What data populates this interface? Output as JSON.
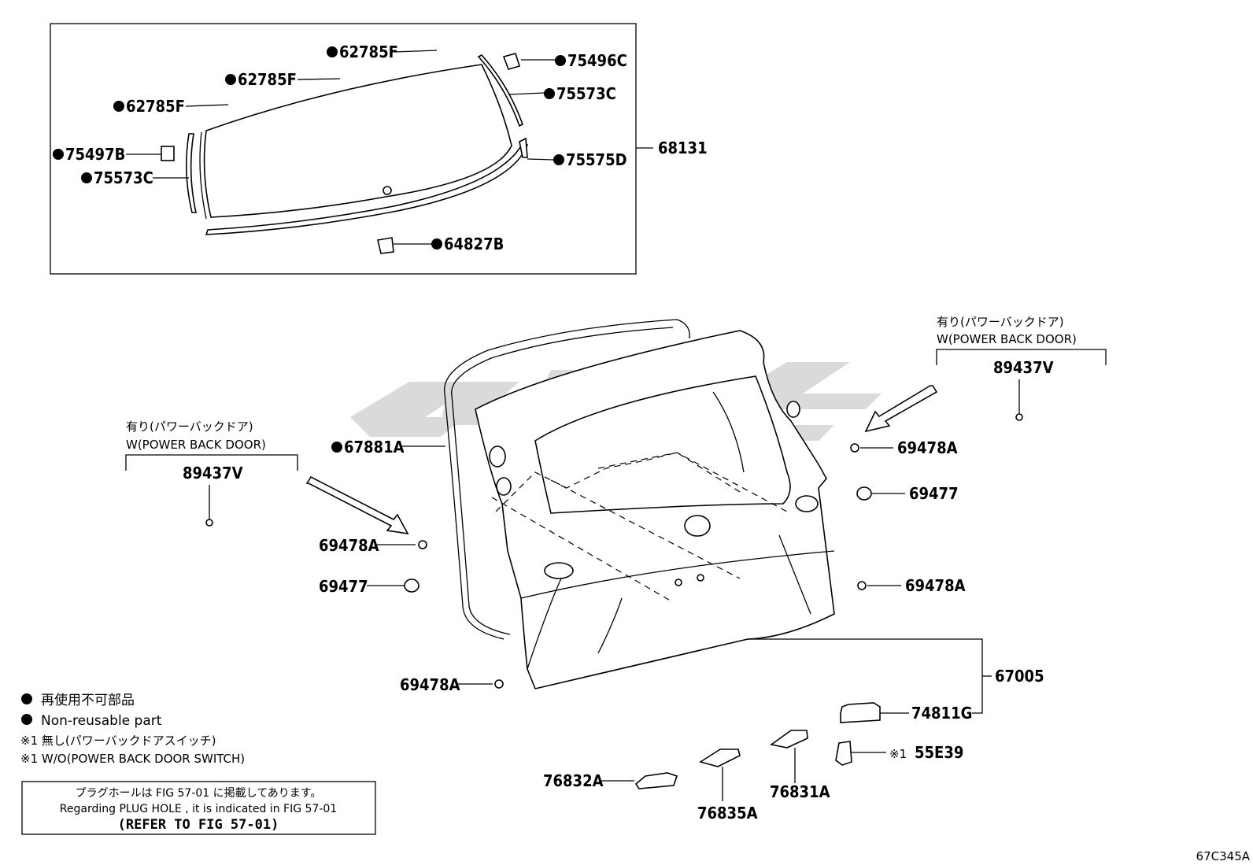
{
  "diagram_code": "67C345A",
  "glass_assembly": {
    "part_no": "68131",
    "items": [
      {
        "no": "62785F",
        "non_reusable": true
      },
      {
        "no": "62785F",
        "non_reusable": true
      },
      {
        "no": "62785F",
        "non_reusable": true
      },
      {
        "no": "75496C",
        "non_reusable": true
      },
      {
        "no": "75573C",
        "non_reusable": true
      },
      {
        "no": "75497B",
        "non_reusable": true
      },
      {
        "no": "75573C",
        "non_reusable": true
      },
      {
        "no": "75575D",
        "non_reusable": true
      },
      {
        "no": "64827B",
        "non_reusable": true
      }
    ]
  },
  "power_door_note": {
    "jp": "有り(パワーバックドア)",
    "en": "W(POWER BACK DOOR)",
    "part_no": "89437V"
  },
  "door_parts": {
    "weatherstrip": "67881A",
    "door_panel": "67005",
    "cushion_a": "69478A",
    "cushion": "69477",
    "handle": "74811G",
    "switch": "55E39",
    "switch_note_mark": "※1",
    "lamp_1": "76832A",
    "lamp_2": "76835A",
    "lamp_3": "76831A"
  },
  "legend": {
    "dot_jp": "再使用不可部品",
    "dot_en": "Non-reusable part",
    "note_jp": "※1 無し(パワーバックドアスイッチ)",
    "note_en": "※1  W/O(POWER BACK DOOR SWITCH)"
  },
  "reference_box": {
    "jp": "プラグホールは FIG 57-01 に掲載してあります。",
    "en": "Regarding  PLUG  HOLE , it is indicated in FIG  57-01",
    "ref": "(REFER TO FIG 57-01)"
  }
}
